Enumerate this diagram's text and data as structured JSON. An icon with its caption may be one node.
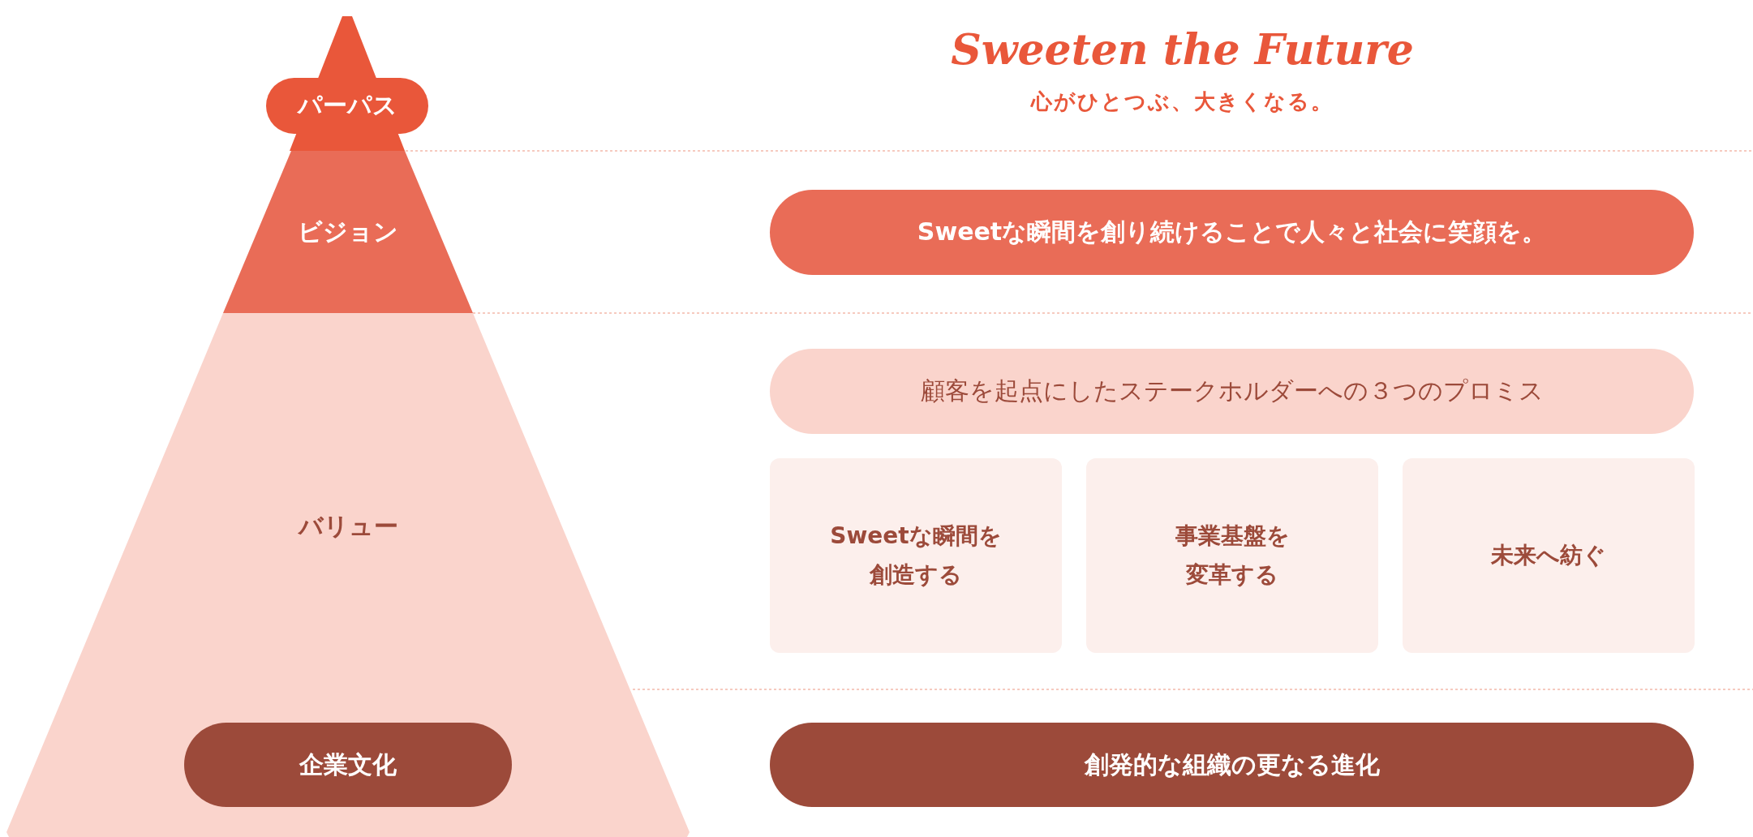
{
  "diagram": {
    "title": "Sweeten the Future",
    "nodes": [
      {
        "text": [
          "パーパス"
        ]
      },
      {
        "text": [
          "ビジョン"
        ]
      },
      {
        "text": [
          "Sweetな瞬間を創り続けることで人々と社会に笑顔を。"
        ]
      },
      {
        "text": [
          "バリュー"
        ]
      },
      {
        "text": [
          "顧客を起点にしたステークホルダーへの３つのプロミス"
        ]
      },
      {
        "text": [
          "Sweetな瞬間を創造する"
        ]
      },
      {
        "text": [
          "事業基盤を変革する"
        ]
      },
      {
        "text": [
          "未来へ紡ぐ"
        ]
      },
      {
        "text": [
          "企業文化"
        ],
        "in": 3
      },
      {
        "text": [
          "創発的な組織の更なる進化"
        ]
      }
    ],
    "labels": [
      "心がひとつぶ、大きくなる。"
    ]
  }
}
